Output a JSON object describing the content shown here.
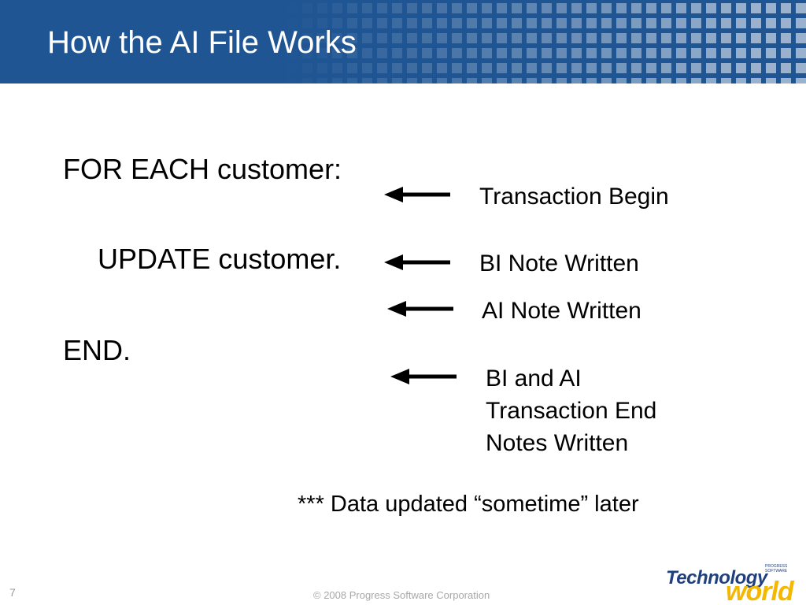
{
  "slide": {
    "title": "How the AI File Works",
    "page_number": "7",
    "copyright": "© 2008 Progress Software Corporation"
  },
  "code": {
    "line1": "FOR EACH customer:",
    "line2": "UPDATE customer.",
    "line3": "END."
  },
  "notes": {
    "transaction_begin": "Transaction Begin",
    "bi_note": "BI Note Written",
    "ai_note": "AI Note Written",
    "end_line1": "BI and AI",
    "end_line2": "Transaction End",
    "end_line3": "Notes Written"
  },
  "footnote": "*** Data updated “sometime” later",
  "logo": {
    "top": "Technology",
    "bottom": "world",
    "small": "PROGRESS SOFTWARE"
  },
  "colors": {
    "header_bg": "#1f5593",
    "logo_blue": "#1f3f7f",
    "logo_yellow": "#f5b800"
  }
}
